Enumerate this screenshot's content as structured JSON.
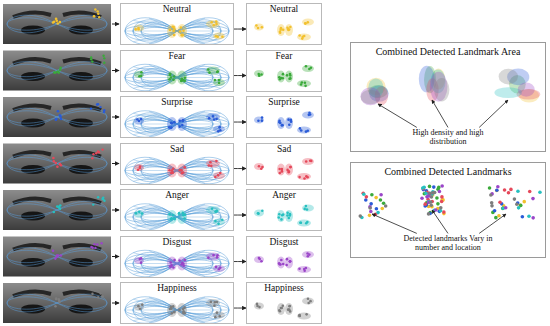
{
  "diagram": {
    "nodes": [
      {
        "text": [
          "Neutral"
        ]
      },
      {
        "text": [
          "Fear"
        ]
      },
      {
        "text": [
          "Surprise"
        ]
      },
      {
        "text": [
          "Sad"
        ]
      },
      {
        "text": [
          "Anger"
        ]
      },
      {
        "text": [
          "Disgust"
        ]
      },
      {
        "text": [
          "Happiness"
        ]
      },
      {
        "text": [
          "Neutral"
        ]
      },
      {
        "text": [
          "Fear"
        ]
      },
      {
        "text": [
          "Surprise"
        ]
      },
      {
        "text": [
          "Sad"
        ]
      },
      {
        "text": [
          "Anger"
        ]
      },
      {
        "text": [
          "Disgust"
        ]
      },
      {
        "text": [
          "Happiness"
        ]
      },
      {
        "text": [
          "Combined Detected Landmark Area",
          "High density and high distribution"
        ]
      },
      {
        "text": [
          "Combined Detected Landmarks",
          "Detected landmarks Vary in number and location"
        ]
      }
    ],
    "edges": [
      {
        "from": 0,
        "to": 7,
        "arrow": "to"
      },
      {
        "from": 1,
        "to": 8,
        "arrow": "to"
      },
      {
        "from": 2,
        "to": 9,
        "arrow": "to"
      },
      {
        "from": 3,
        "to": 10,
        "arrow": "to"
      },
      {
        "from": 4,
        "to": 11,
        "arrow": "to"
      },
      {
        "from": 5,
        "to": 12,
        "arrow": "to"
      },
      {
        "from": 6,
        "to": 13,
        "arrow": "to"
      }
    ]
  }
}
